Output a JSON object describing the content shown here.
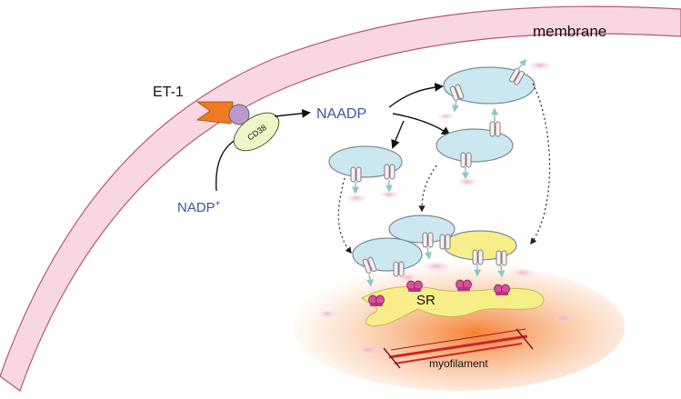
{
  "labels": {
    "membrane": "membrane",
    "et1": "ET-1",
    "cd38": "CD38",
    "naadp": "NAADP",
    "nadp_base": "NADP",
    "nadp_sup": "+",
    "sr": "SR",
    "myofilament": "myofilament"
  },
  "colors": {
    "membrane_fill": "#f8d7e1",
    "membrane_stroke": "#b5577a",
    "et1": "#f07a20",
    "cd38_purple": "#b79acb",
    "cd38_fill": "#eef6c8",
    "vesicle_fill": "#cbe8f1",
    "vesicle_stroke": "#7c8b96",
    "naadp_text": "#3d55a0",
    "sr_fill": "#f7ee8a",
    "cytosol_glow": "#f5a062",
    "myofilament": "#c8242b",
    "ryr_magenta": "#cc3d8a",
    "release_puff": "#f6c3d8",
    "teal_arrow": "#9fd0cf"
  },
  "icons": {
    "ligand": "et1-ligand-icon",
    "receptor": "cd38-receptor-icon",
    "tpc": "two-pore-channel-icon",
    "ryr": "ryanodine-receptor-icon"
  }
}
